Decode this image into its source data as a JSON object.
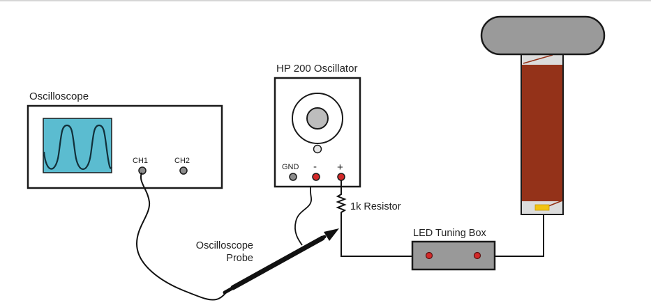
{
  "diagram": {
    "title": "Tesla coil tuning circuit with oscilloscope and oscillator",
    "components": {
      "oscilloscope": {
        "label": "Oscilloscope",
        "channels": [
          "CH1",
          "CH2"
        ],
        "screen_color": "#5bbcd0",
        "trace": "sine-wave"
      },
      "oscillator": {
        "label": "HP 200 Oscillator",
        "terminals": {
          "gnd": "GND",
          "minus": "-",
          "plus": "+"
        },
        "terminal_color": "#d32a2a"
      },
      "resistor": {
        "label": "1k Resistor"
      },
      "probe": {
        "label_line1": "Oscilloscope",
        "label_line2": "Probe"
      },
      "led_box": {
        "label": "LED Tuning Box",
        "box_color": "#999999",
        "led_color": "#d32a2a"
      },
      "tesla_coil": {
        "top_load_color": "#9a9a9a",
        "winding_color": "#943219",
        "base_color": "#dcdcdc",
        "tap_color": "#f2c311"
      }
    }
  }
}
